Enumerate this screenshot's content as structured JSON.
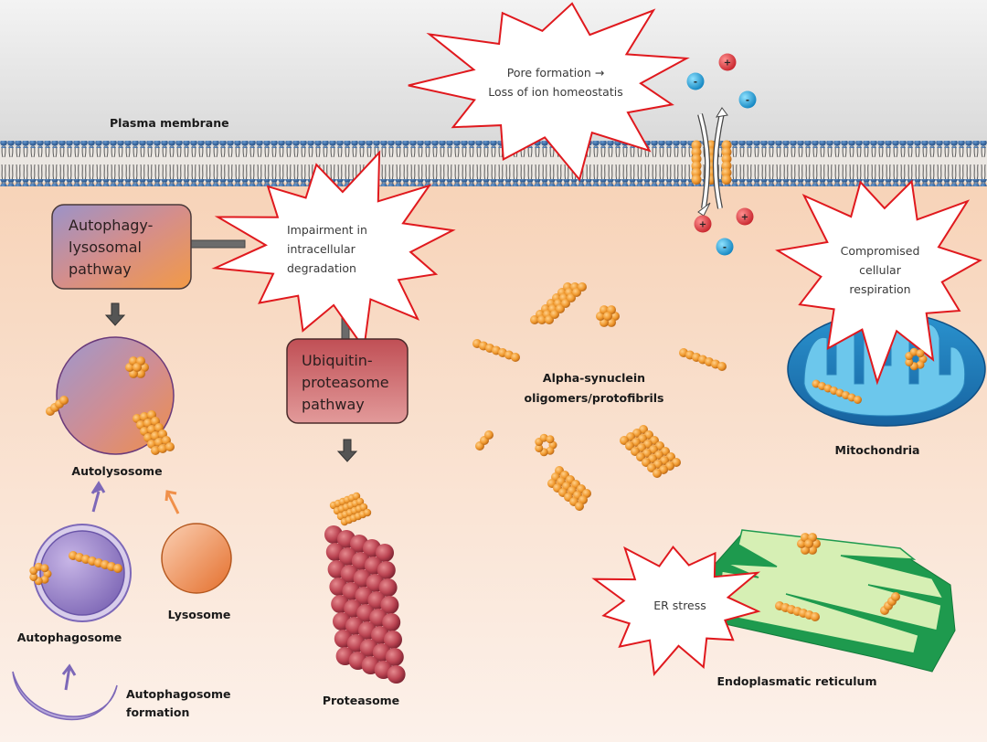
{
  "figure": {
    "title": "Alpha-synuclein toxicity mechanisms",
    "colors": {
      "extracellular_bg": "#e4e4e4",
      "cytoplasm_bg": "#f8d9c2",
      "membrane_head": "#2f5f98",
      "membrane_tail": "#555555",
      "aggregate_orange": "#e8962e",
      "burst_stroke": "#e0191e",
      "burst_fill": "#ffffff",
      "mito_outer": "#1f7fb8",
      "mito_inner": "#6cc7ec",
      "er_dark": "#1e9a4e",
      "er_light": "#d6efb4",
      "proteasome": "#b94250",
      "ion_positive": "#d8343a",
      "ion_negative": "#1e9fd6",
      "arrow_purple": "#7d68b8",
      "arrow_orange": "#f0904a",
      "connector_gray": "#6b6b6b"
    }
  },
  "labels": {
    "plasma_membrane": "Plasma membrane",
    "alpha_synuclein": [
      "Alpha-synuclein",
      "oligomers/protofibrils"
    ],
    "autolysosome": "Autolysosome",
    "autophagosome": "Autophagosome",
    "lysosome": "Lysosome",
    "autophagosome_formation": [
      "Autophagosome",
      "formation"
    ],
    "proteasome": "Proteasome",
    "mitochondria": "Mitochondria",
    "er": "Endoplasmatic reticulum"
  },
  "pathway_boxes": {
    "autophagy": [
      "Autophagy-",
      "lysosomal",
      "pathway"
    ],
    "ubiquitin": [
      "Ubiquitin-",
      "proteasome",
      "pathway"
    ]
  },
  "bursts": {
    "pore": [
      "Pore formation →",
      "Loss of ion homeostatis"
    ],
    "degradation": [
      "Impairment  in",
      "intracellular",
      "degradation"
    ],
    "respiration": [
      "Compromised",
      "cellular",
      "respiration"
    ],
    "er_stress": [
      "ER stress"
    ]
  },
  "ions": {
    "positive_symbol": "+",
    "negative_symbol": "-",
    "top": [
      "+",
      "-",
      "-"
    ],
    "bottom": [
      "+",
      "+",
      "-"
    ]
  }
}
